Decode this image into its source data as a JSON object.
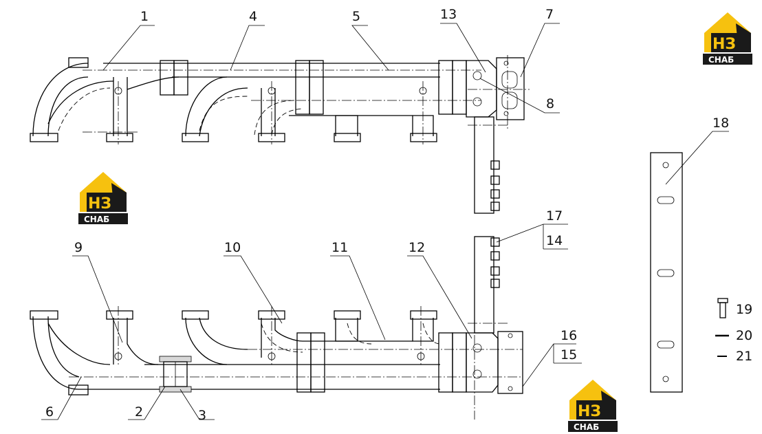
{
  "callouts": [
    "1",
    "2",
    "3",
    "4",
    "5",
    "6",
    "7",
    "8",
    "9",
    "10",
    "11",
    "12",
    "13",
    "14",
    "15",
    "16",
    "17",
    "18",
    "19",
    "20",
    "21"
  ],
  "logo": {
    "letters": "НЗ",
    "subtitle": "СНАБ",
    "brand_color": "#f6c10f",
    "dark_color": "#1a1a1a"
  },
  "icons": [
    "bolt-icon",
    "gasket-icon",
    "washer-icon"
  ]
}
